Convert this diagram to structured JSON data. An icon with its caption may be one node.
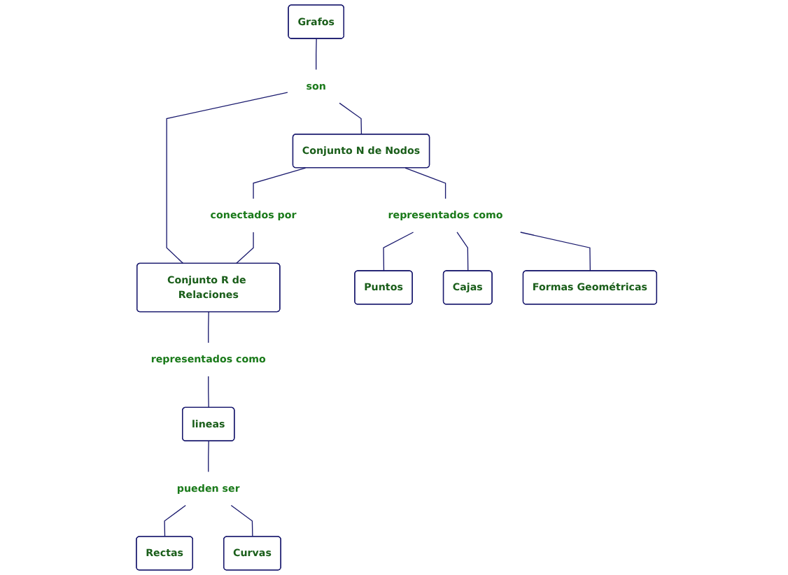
{
  "diagram": {
    "nodes": [
      {
        "text": [
          "Grafos"
        ]
      },
      {
        "text": [
          "son"
        ]
      },
      {
        "text": [
          "Conjunto N de Nodos"
        ]
      },
      {
        "text": [
          "conectados por"
        ]
      },
      {
        "text": [
          "Conjunto R de Relaciones"
        ]
      },
      {
        "text": [
          "representados como"
        ]
      },
      {
        "text": [
          "Puntos"
        ]
      },
      {
        "text": [
          "Cajas"
        ]
      },
      {
        "text": [
          "Formas Geométricas"
        ]
      },
      {
        "text": [
          "representados como"
        ]
      },
      {
        "text": [
          "lineas"
        ]
      },
      {
        "text": [
          "pueden ser"
        ]
      },
      {
        "text": [
          "Rectas"
        ]
      },
      {
        "text": [
          "Curvas"
        ]
      }
    ],
    "edges": [
      {
        "from": 0,
        "to": 1,
        "arrow": "none"
      },
      {
        "from": 1,
        "to": 2,
        "arrow": "none"
      },
      {
        "from": 1,
        "to": 4,
        "arrow": "none"
      },
      {
        "from": 2,
        "to": 3,
        "arrow": "none"
      },
      {
        "from": 3,
        "to": 4,
        "arrow": "none"
      },
      {
        "from": 2,
        "to": 5,
        "arrow": "none"
      },
      {
        "from": 5,
        "to": 6,
        "arrow": "none"
      },
      {
        "from": 5,
        "to": 7,
        "arrow": "none"
      },
      {
        "from": 5,
        "to": 8,
        "arrow": "none"
      },
      {
        "from": 4,
        "to": 9,
        "arrow": "none"
      },
      {
        "from": 9,
        "to": 10,
        "arrow": "none"
      },
      {
        "from": 10,
        "to": 11,
        "arrow": "none"
      },
      {
        "from": 11,
        "to": 12,
        "arrow": "none"
      },
      {
        "from": 11,
        "to": 13,
        "arrow": "none"
      }
    ]
  }
}
